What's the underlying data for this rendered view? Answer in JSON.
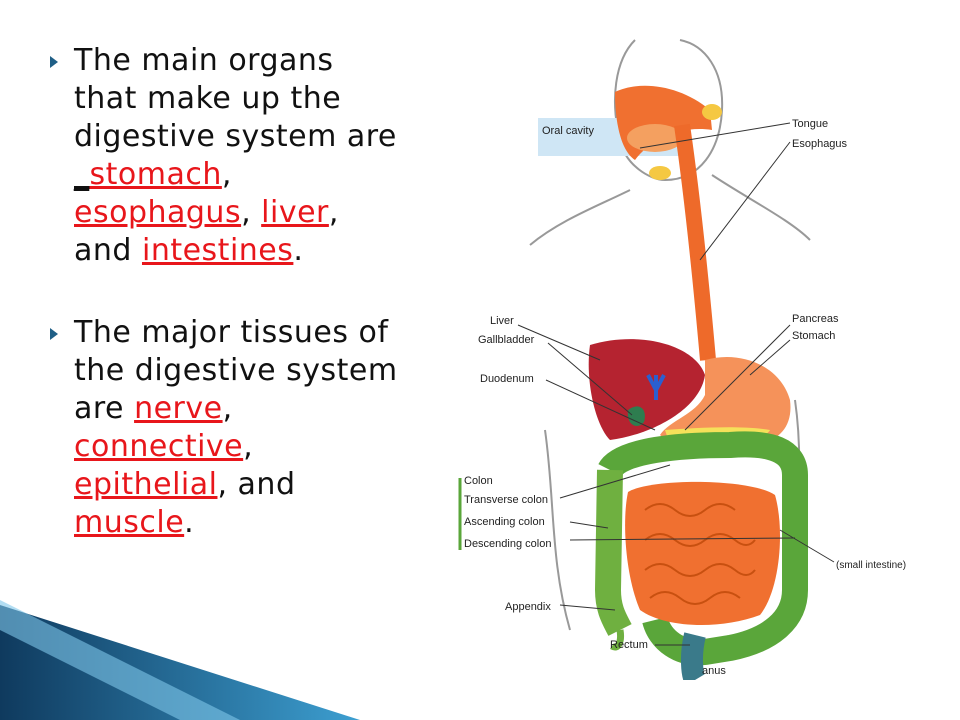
{
  "bullets": [
    {
      "intro": "The main organs that make up the digestive system are ",
      "blank": "_",
      "items": [
        "stomach",
        "esophagus",
        "liver",
        "intestines"
      ],
      "sep1": ", ",
      "sep2": ", ",
      "sep3": ", and ",
      "end": "."
    },
    {
      "intro": "The major tissues of the digestive system are ",
      "items": [
        "nerve",
        "connective",
        "epithelial",
        "muscle"
      ],
      "sep1": ", ",
      "sep2": ", ",
      "sep3": ", and ",
      "end": "."
    }
  ],
  "diagram": {
    "labels": {
      "oral_cavity": "Oral cavity",
      "tongue": "Tongue",
      "esophagus": "Esophagus",
      "liver": "Liver",
      "gallbladder": "Gallbladder",
      "duodenum": "Duodenum",
      "pancreas": "Pancreas",
      "stomach": "Stomach",
      "colon": "Colon",
      "transverse_colon": "Transverse colon",
      "ascending_colon": "Ascending colon",
      "descending_colon": "Descending colon",
      "small_intestine": "(small intestine)",
      "appendix": "Appendix",
      "rectum": "Rectum",
      "anus": "anus"
    }
  },
  "colors": {
    "accent": "#1f5f86",
    "answer": "#e8161b"
  }
}
